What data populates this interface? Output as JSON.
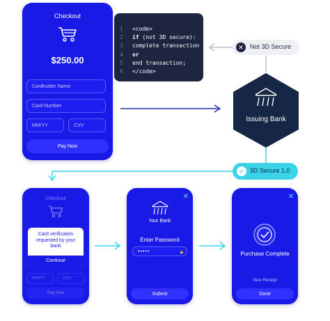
{
  "checkout": {
    "title": "Checkout",
    "amount": "$250.00",
    "cardholder_placeholder": "Cardholder Name",
    "card_number_placeholder": "Card Number",
    "expiry_placeholder": "MM/YY",
    "cvv_placeholder": "CVV",
    "pay_label": "Pay Now"
  },
  "code_block": {
    "lines": [
      {
        "num": "1",
        "text": "<code>"
      },
      {
        "num": "2",
        "text": "if (not 3D secure):"
      },
      {
        "num": "3",
        "text": "complete transaction"
      },
      {
        "num": "4",
        "text": "or"
      },
      {
        "num": "5",
        "text": "end transaction;"
      },
      {
        "num": "6",
        "text": "</code>"
      }
    ]
  },
  "not_3ds_pill": {
    "label": "Not 3D Secure"
  },
  "issuing_bank": {
    "label": "Issuing Bank"
  },
  "secure_pill": {
    "label": "3D Secure 1.0"
  },
  "verification_phone": {
    "bg_title": "Checkout",
    "bg_expiry": "MM/YY",
    "bg_cvv": "CVV",
    "bg_pay": "Pay Now",
    "popup_text": "Card verification requested by your bank",
    "popup_button": "Continue"
  },
  "bank_phone": {
    "title": "Your Bank",
    "prompt": "Enter Password",
    "password_mask": "•••••",
    "submit_label": "Submit"
  },
  "complete_phone": {
    "title": "Purchase Complete",
    "receipt_link": "View Receipt",
    "done_label": "Done"
  },
  "colors": {
    "phone_blue": "#1a1ae6",
    "navy_connector": "#1f2fa8",
    "hexagon": "#152744",
    "teal": "#3ad3e8",
    "code_bg": "#1d2540",
    "keyword": "#ffffff"
  }
}
